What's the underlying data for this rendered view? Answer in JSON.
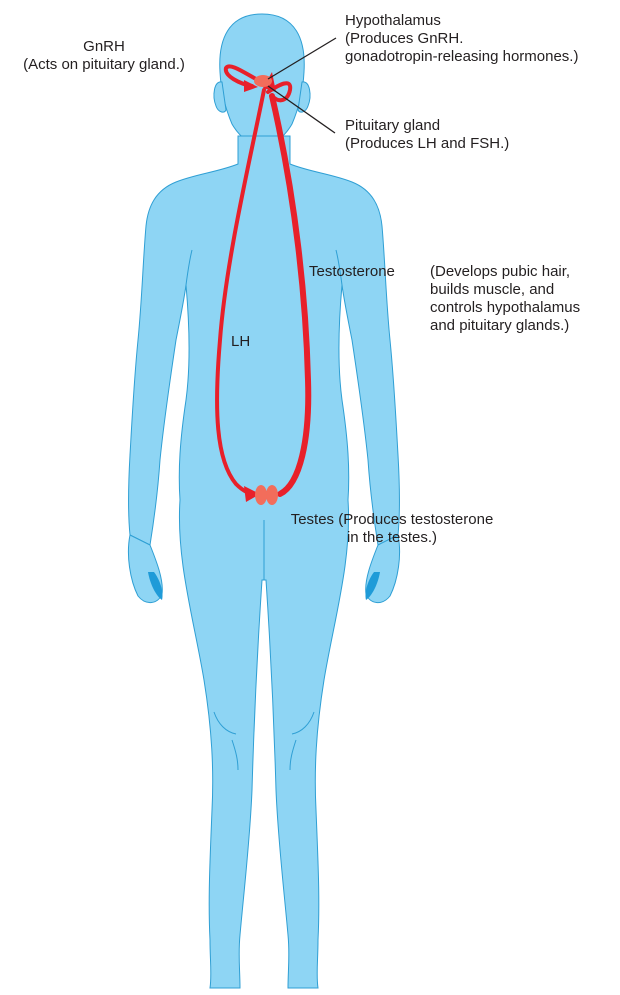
{
  "colors": {
    "body_fill": "#8ed5f4",
    "body_stroke": "#2f9fd4",
    "hand_accent": "#1f9bd8",
    "arrow": "#e8202a",
    "gland": "#f26d5b",
    "leader_line": "#231f20",
    "text": "#231f20"
  },
  "labels": {
    "gnrh": {
      "title": "GnRH",
      "note": "(Acts on pituitary gland.)"
    },
    "hypothalamus": {
      "title": "Hypothalamus",
      "line2": "(Produces GnRH.",
      "line3": "gonadotropin-releasing hormones.)"
    },
    "pituitary": {
      "title": "Pituitary gland",
      "line2": "(Produces LH and FSH.)"
    },
    "testosterone": {
      "title": "Testosterone",
      "line1": "(Develops pubic hair,",
      "line2": "builds muscle, and",
      "line3": "controls hypothalamus",
      "line4": "and pituitary glands.)"
    },
    "lh": {
      "title": "LH"
    },
    "testes": {
      "line1": "Testes (Produces testosterone",
      "line2": "in the testes.)"
    }
  }
}
